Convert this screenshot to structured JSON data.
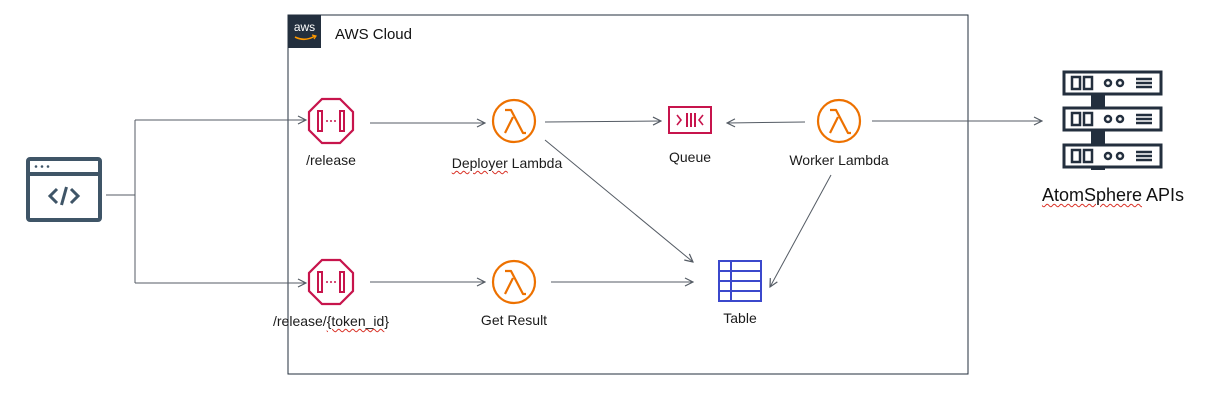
{
  "diagram": {
    "cloud_label": "AWS Cloud",
    "aws_logo_text": "aws",
    "nodes": {
      "release_api": {
        "label": "/release"
      },
      "release_token_api": {
        "label": "/release/{token_id}",
        "label_parts": [
          "/release/",
          "{token_id",
          "}"
        ]
      },
      "deployer_lambda": {
        "label": "Deployer Lambda",
        "label_parts": [
          "Deployer",
          " Lambda"
        ]
      },
      "get_result_lambda": {
        "label": "Get Result"
      },
      "queue": {
        "label": "Queue"
      },
      "worker_lambda": {
        "label": "Worker Lambda"
      },
      "table": {
        "label": "Table"
      },
      "atomsphere": {
        "label": "AtomSphere APIs",
        "label_parts": [
          "AtomSphere",
          " APIs"
        ]
      }
    },
    "colors": {
      "api_gateway": "#c7144c",
      "lambda": "#ed7100",
      "queue": "#c7144c",
      "dynamodb_table": "#3b48cc",
      "client": "#3f5567",
      "server": "#232f3e",
      "arrow": "#545b64",
      "cloud_border": "#232f3e"
    },
    "icons": {
      "client": "browser-code-icon",
      "api": "api-gateway-icon",
      "lambda": "lambda-icon",
      "queue": "sqs-queue-icon",
      "table": "dynamodb-table-icon",
      "servers": "server-rack-icon"
    }
  }
}
